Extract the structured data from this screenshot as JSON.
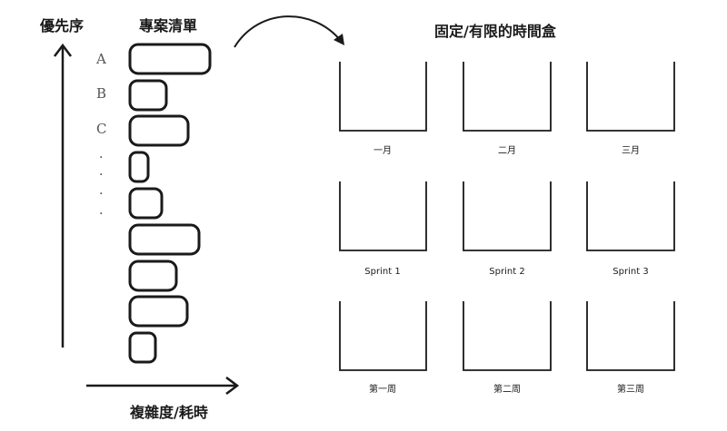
{
  "priority_axis": {
    "label": "優先序"
  },
  "complexity_axis": {
    "label": "複雜度/耗時"
  },
  "backlog": {
    "title": "專案清單",
    "row_labels": [
      "A",
      "B",
      "C"
    ],
    "ellipsis": [
      "·",
      "·",
      "·",
      "·"
    ],
    "item_count": 9
  },
  "timeboxes": {
    "title": "固定/有限的時間盒",
    "rows": [
      [
        "一月",
        "二月",
        "三月"
      ],
      [
        "Sprint 1",
        "Sprint 2",
        "Sprint 3"
      ],
      [
        "第一周",
        "第二周",
        "第三周"
      ]
    ]
  },
  "colors": {
    "stroke": "#1a1a1a",
    "background": "#ffffff"
  }
}
